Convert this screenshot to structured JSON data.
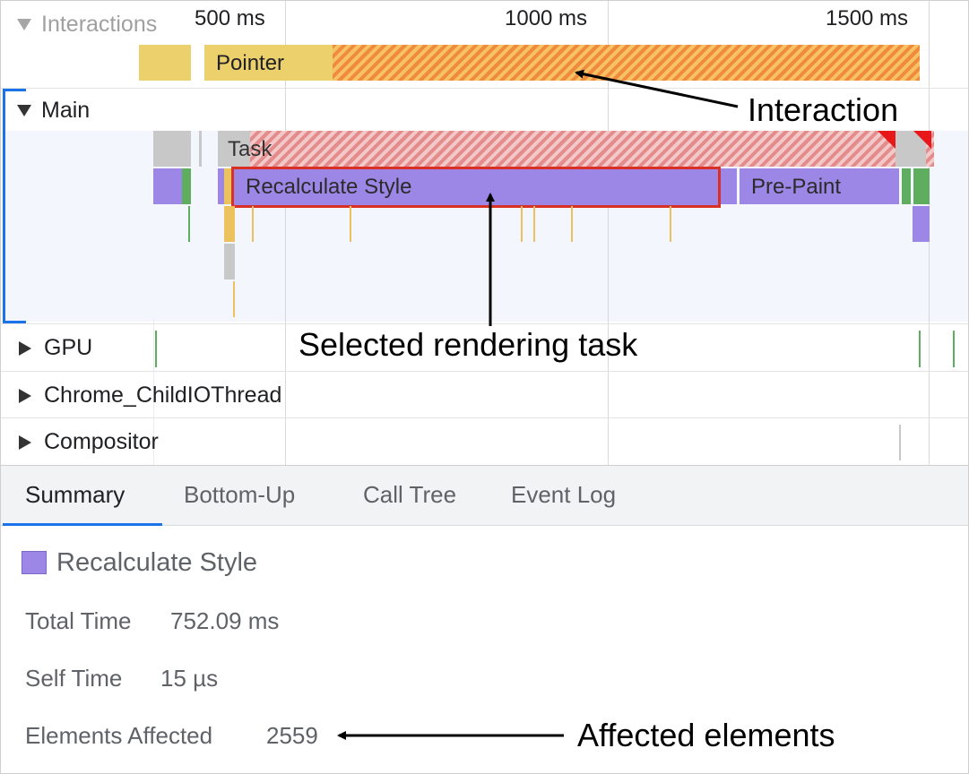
{
  "timeline": {
    "ticks": [
      "500 ms",
      "1000 ms",
      "1500 ms"
    ]
  },
  "tracks": {
    "interactions": "Interactions",
    "main": "Main",
    "gpu": "GPU",
    "chrome_child_io": "Chrome_ChildIOThread",
    "compositor": "Compositor"
  },
  "bars": {
    "pointer": "Pointer",
    "task": "Task",
    "recalculate_style": "Recalculate Style",
    "pre_paint": "Pre-Paint"
  },
  "tabs": [
    "Summary",
    "Bottom-Up",
    "Call Tree",
    "Event Log"
  ],
  "summary": {
    "title": "Recalculate Style",
    "swatch_color": "#9c86e6",
    "rows": [
      {
        "label": "Total Time",
        "value": "752.09 ms"
      },
      {
        "label": "Self Time",
        "value": "15 µs"
      },
      {
        "label": "Elements Affected",
        "value": "2559"
      }
    ]
  },
  "annotations": {
    "interaction": "Interaction",
    "selected_task": "Selected rendering task",
    "affected_elements": "Affected elements"
  },
  "colors": {
    "accent_blue": "#1a73e8",
    "selection_red": "#d93025",
    "rendering_purple": "#9c86e6",
    "interaction_yellow": "#ecd06b",
    "task_gray": "#c8c8c8",
    "painting_green": "#5fae5f"
  }
}
